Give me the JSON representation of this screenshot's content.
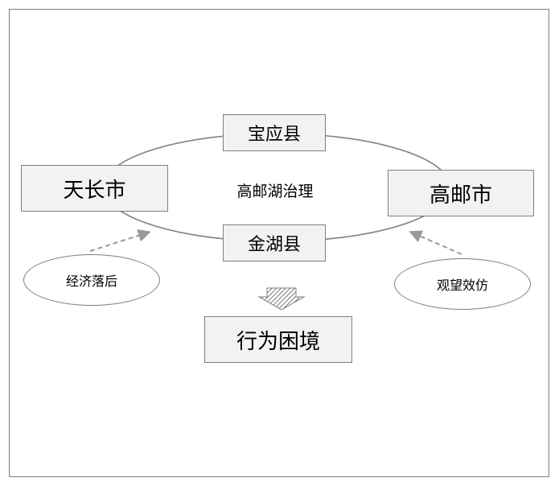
{
  "diagram": {
    "center_label": "高邮湖治理",
    "nodes": {
      "top": "宝应县",
      "left": "天长市",
      "right": "高邮市",
      "bottom": "金湖县",
      "result": "行为困境"
    },
    "ovals": {
      "left": "经济落后",
      "right": "观望效仿"
    },
    "colors": {
      "box_fill": "#f2f2f2",
      "border": "#808080",
      "arrow_dash": "#999999"
    }
  }
}
